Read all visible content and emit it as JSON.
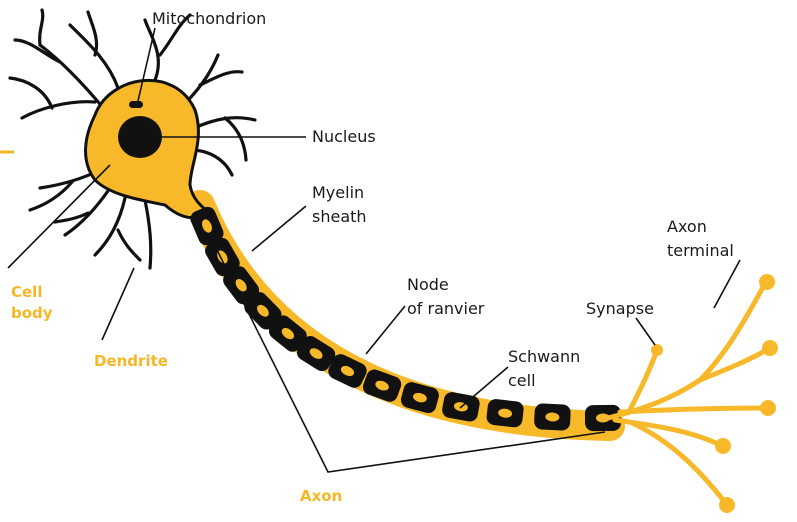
{
  "colors": {
    "cell_fill": "#f7b92a",
    "outline": "#111111",
    "highlight_label": "#f6b726",
    "label_text": "#1a1a1a",
    "background": "#ffffff"
  },
  "labels": {
    "mitochondrion": "Mitochondrion",
    "nucleus": "Nucleus",
    "myelin_sheath": [
      "Myelin",
      "sheath"
    ],
    "node_of_ranvier": [
      "Node",
      "of ranvier"
    ],
    "schwann_cell": [
      "Schwann",
      "cell"
    ],
    "synapse": "Synapse",
    "axon_terminal": [
      "Axon",
      "terminal"
    ],
    "cell_body": [
      "Cell",
      "body"
    ],
    "dendrite": "Dendrite",
    "axon": "Axon"
  }
}
